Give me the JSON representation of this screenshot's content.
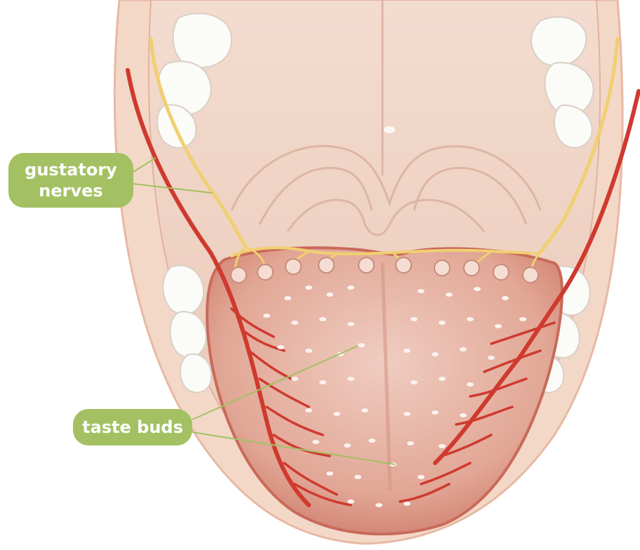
{
  "labels": {
    "gustatory_line1": "gustatory",
    "gustatory_line2": "nerves",
    "taste_buds": "taste buds"
  },
  "colors": {
    "label_fill": "#a3c162",
    "nerve": "#f1cf72",
    "artery": "#cf3a2f",
    "tongue": "#e8b3a4",
    "mouth_skin": "#f0d2c2"
  }
}
